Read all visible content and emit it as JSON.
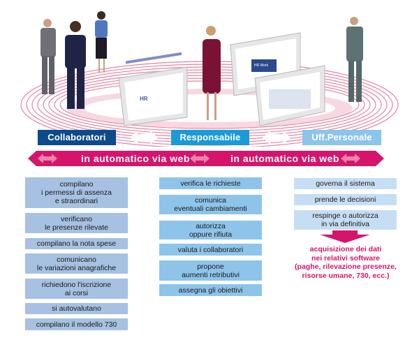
{
  "diagram": {
    "roles": [
      {
        "id": "collaboratori",
        "label": "Collaboratori",
        "color": "#0d4a8c"
      },
      {
        "id": "responsabile",
        "label": "Responsabile",
        "color": "#1b9ad8"
      },
      {
        "id": "uff_personale",
        "label": "Uff.Personale",
        "color": "#8cc4ea"
      }
    ],
    "flow_band": {
      "color": "#d6146b",
      "labels": [
        "in automatico via web",
        "in automatico via web"
      ]
    },
    "columns": {
      "collaboratori": [
        "compilano\ni permessi di assenza\ne straordinari",
        "verificano\nle presenze rilevate",
        "compilano la nota spese",
        "comunicano\nle variazioni anagrafiche",
        "richiedono l'iscrizione\nai corsi",
        "si autovalutano",
        "compilano il modello 730"
      ],
      "responsabile": [
        "verifica le richieste",
        "comunica\neventuali cambiamenti",
        "autorizza\noppure rifiuta",
        "valuta i collaboratori",
        "propone\naumenti retributivi",
        "assegna gli obiettivi"
      ],
      "uff_personale": [
        "governa il sistema",
        "prende le decisioni",
        "respinge o autorizza\nin via definitiva"
      ]
    },
    "result": {
      "text": "acquisizione dei dati\nnei relativi software\n(paghe, rilevazione presenze,\nrisorse umane, 730, ecc.)",
      "color": "#d6146b"
    },
    "illustration": {
      "description": "business people standing on pink concentric ellipses with software screen mockups",
      "screen_logo": "HR Work"
    }
  }
}
